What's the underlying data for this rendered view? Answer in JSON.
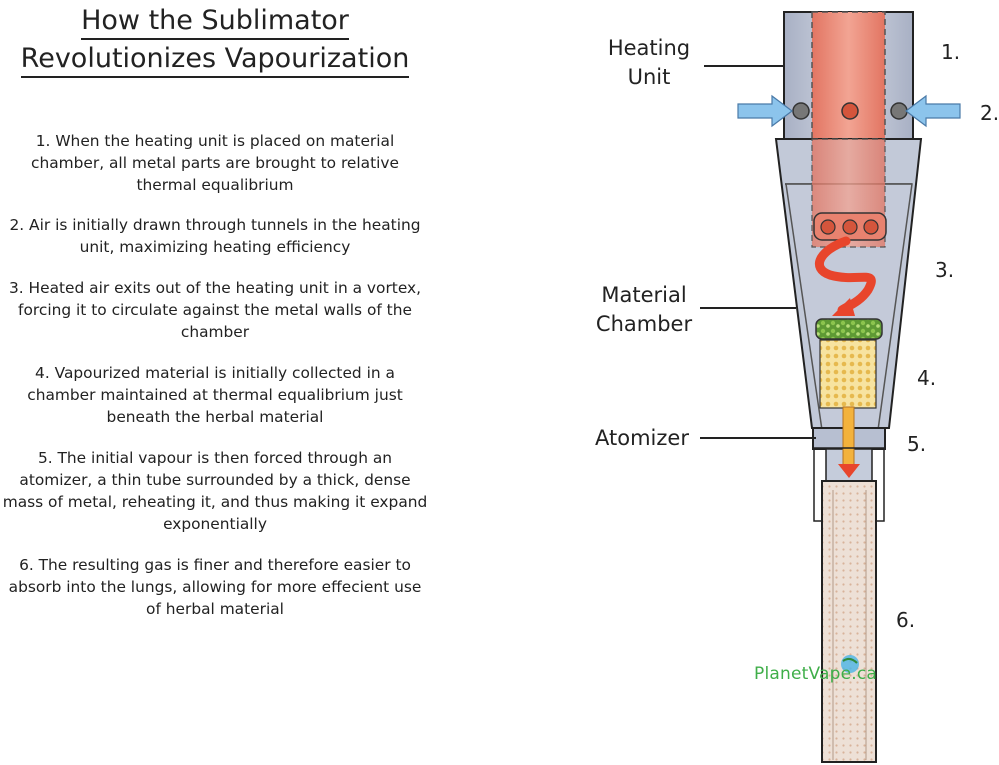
{
  "title": {
    "line1": "How the Sublimator",
    "line2": "Revolutionizes Vapourization"
  },
  "steps": [
    "1. When the heating unit is placed on material chamber, all metal parts are brought to relative thermal equalibrium",
    "2. Air is initially drawn through tunnels in the heating unit, maximizing heating efficiency",
    "3. Heated air exits out of the heating unit in a vortex, forcing it to circulate against the metal walls of the chamber",
    "4. Vapourized material is initially collected in a chamber maintained at thermal equalibrium just beneath the herbal material",
    "5. The initial vapour is then forced through an atomizer, a thin tube surrounded by a thick, dense mass of metal, reheating it, and thus making it expand exponentially",
    "6. The resulting gas is finer and therefore easier to absorb into the lungs, allowing for more effecient use of herbal material"
  ],
  "diagram": {
    "labels": {
      "heating_unit_1": "Heating",
      "heating_unit_2": "Unit",
      "material_chamber_1": "Material",
      "material_chamber_2": "Chamber",
      "atomizer": "Atomizer"
    },
    "numbers": [
      "1.",
      "2.",
      "3.",
      "4.",
      "5.",
      "6."
    ],
    "watermark": "PlanetVape.ca",
    "colors": {
      "metal": "#bcc4d4",
      "heating": "#e8826f",
      "arrow_red": "#e8452c",
      "air_arrow": "#8cc4ec",
      "herb": "#6aa43a",
      "vapour": "#f6dc8a",
      "tube": "#e8d6c8"
    }
  }
}
